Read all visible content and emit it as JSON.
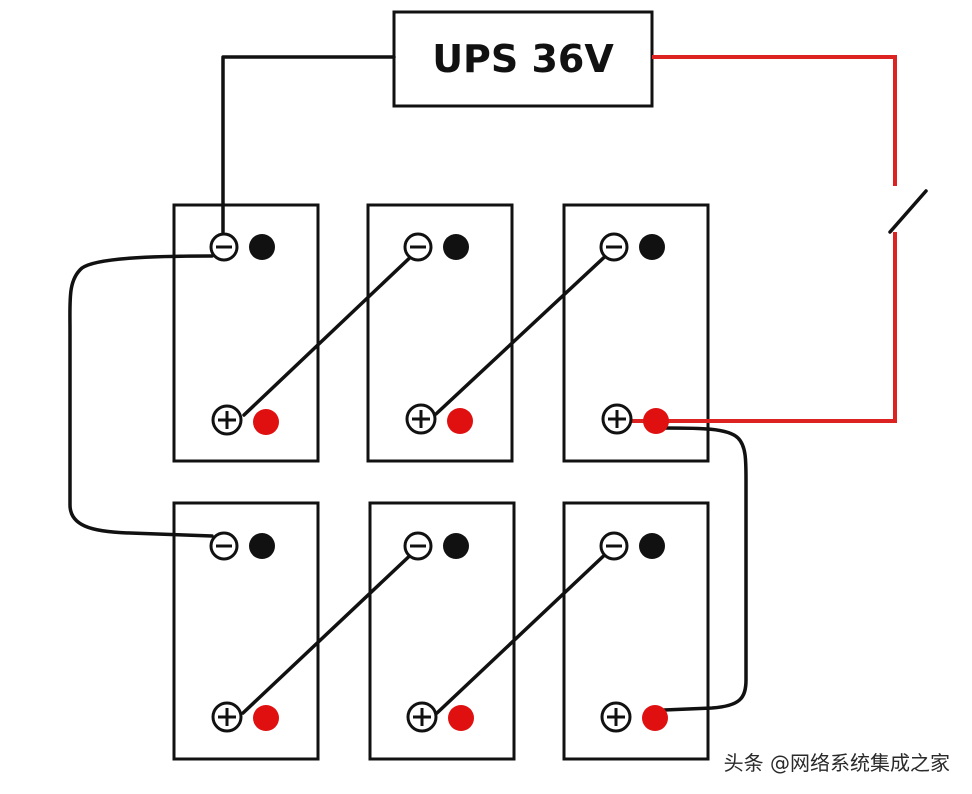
{
  "ups": {
    "label": "UPS 36V"
  },
  "batteries": {
    "count": 6,
    "rows": 2,
    "columns": 3,
    "negative_symbol": "⊖",
    "positive_symbol": "⊕"
  },
  "watermark": {
    "text": "头条 @网络系统集成之家"
  },
  "colors": {
    "wire_black": "#111111",
    "wire_red": "#dd2222",
    "terminal_red": "#e01010",
    "terminal_black": "#111111",
    "battery_outline": "#111111"
  }
}
